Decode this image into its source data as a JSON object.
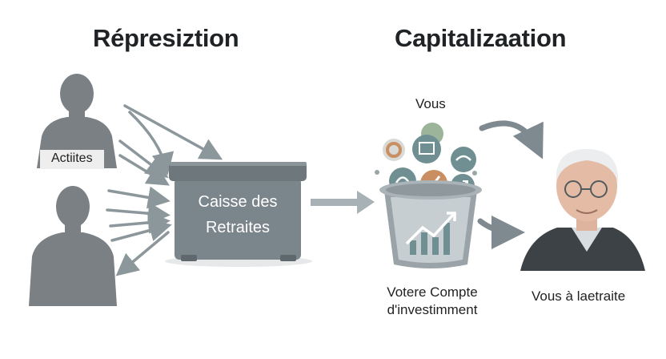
{
  "left": {
    "title": "Répresiztion",
    "actifs_label": "Actiites",
    "box_line1": "Caisse des",
    "box_line2": "Retraites"
  },
  "right": {
    "title": "Capitalizaation",
    "vous_label": "Vous",
    "account_line1": "Votere Compte",
    "account_line2": "d'investimment",
    "retired_label": "Vous à laetraite"
  },
  "colors": {
    "figure": "#7b8084",
    "box": "#7b868c",
    "arrow": "#8c979c",
    "icon_teal": "#6f8f93",
    "icon_orange": "#c98f62",
    "icon_green": "#9cb59a"
  }
}
